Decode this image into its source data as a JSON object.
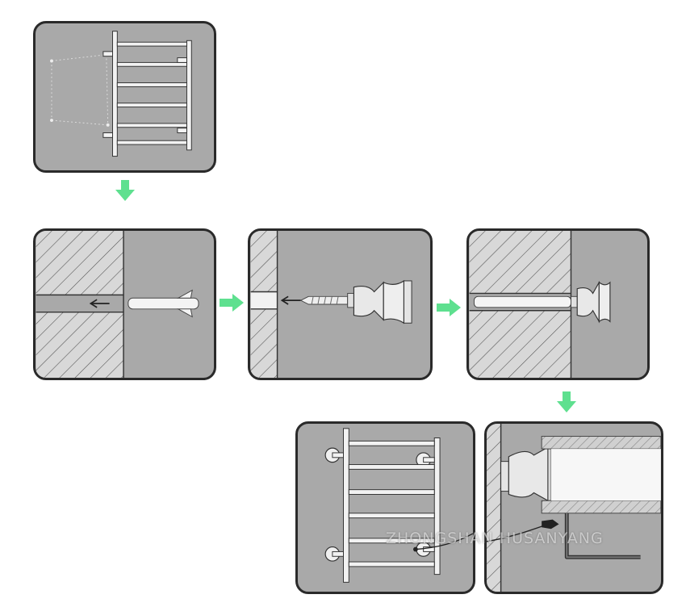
{
  "watermark": "ZHONGSHAN HUSANYANG",
  "colors": {
    "panel_bg": "#a9a9a9",
    "panel_border": "#2a2a2a",
    "wall_bg": "#d8d8d8",
    "arrow": "#5ee08f"
  },
  "steps": [
    {
      "id": 1,
      "name": "mark-holes"
    },
    {
      "id": 2,
      "name": "drill-and-insert-anchor"
    },
    {
      "id": 3,
      "name": "insert-screw-mount"
    },
    {
      "id": 4,
      "name": "mount-fixed"
    },
    {
      "id": 5,
      "name": "tighten-with-hex-key"
    },
    {
      "id": 6,
      "name": "rack-installed"
    }
  ]
}
